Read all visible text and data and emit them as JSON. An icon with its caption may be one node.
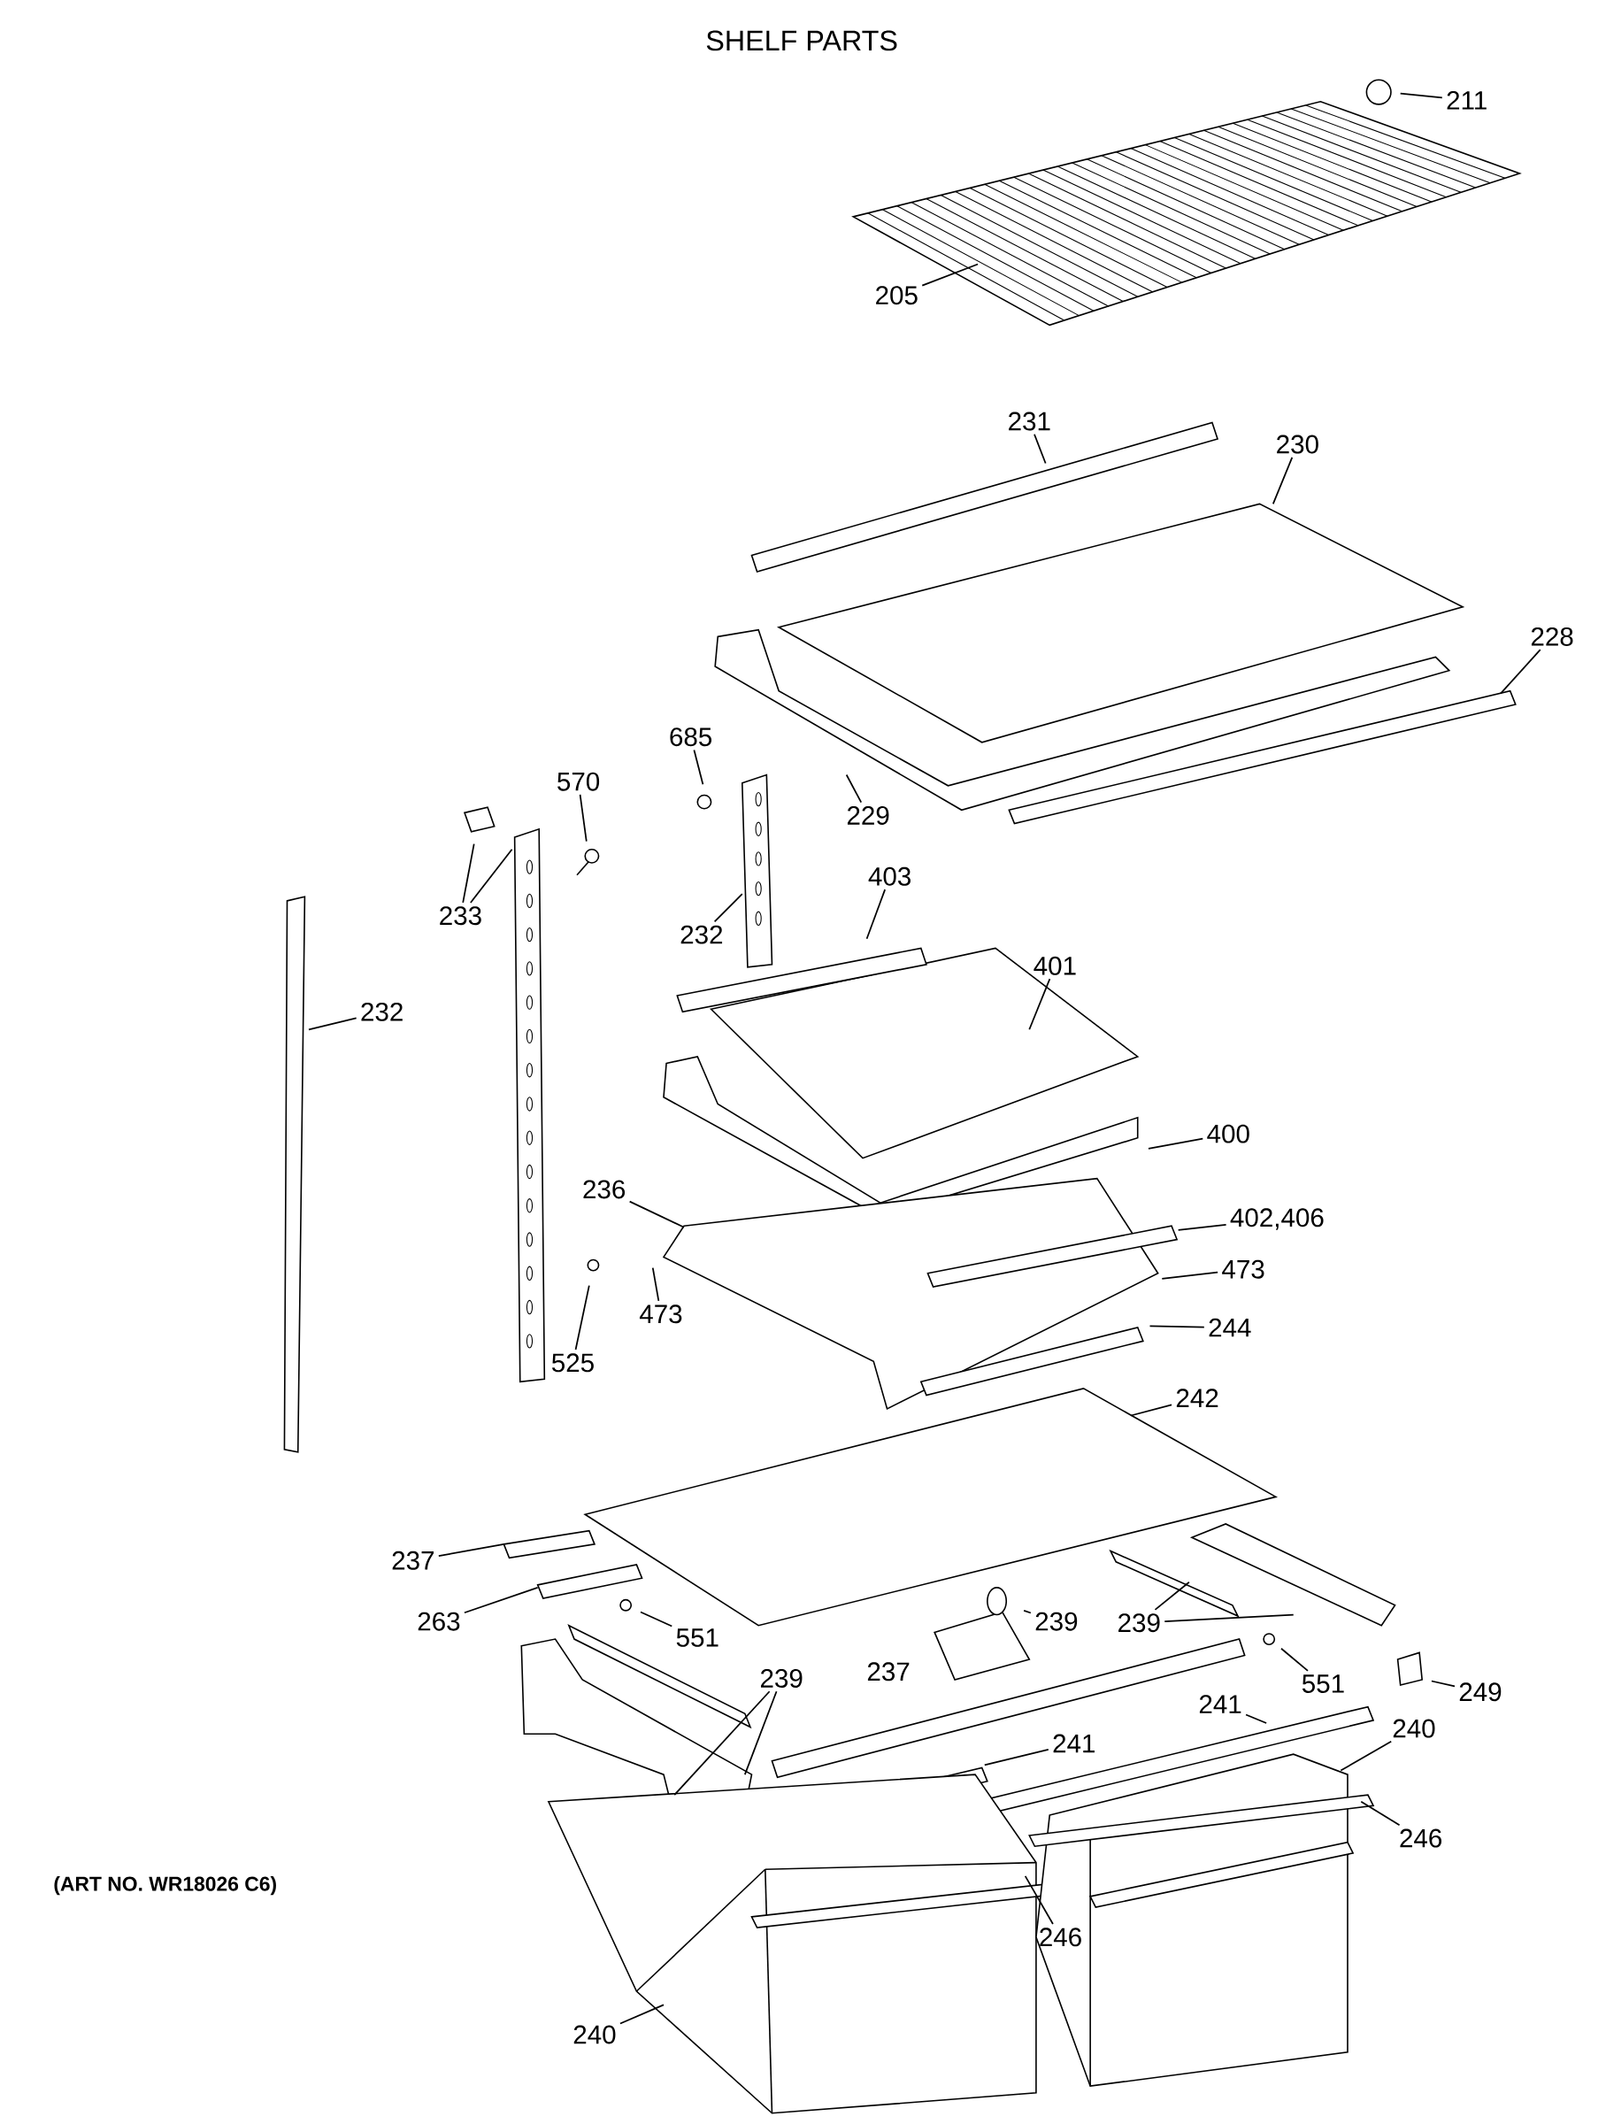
{
  "diagram": {
    "title": "SHELF PARTS",
    "nodes": [
      {
        "text": [
          "211"
        ]
      },
      {
        "text": [
          "205"
        ]
      },
      {
        "text": [
          "231"
        ]
      },
      {
        "text": [
          "230"
        ]
      },
      {
        "text": [
          "228"
        ]
      },
      {
        "text": [
          "685"
        ]
      },
      {
        "text": [
          "570"
        ]
      },
      {
        "text": [
          "229"
        ]
      },
      {
        "text": [
          "403"
        ]
      },
      {
        "text": [
          "233"
        ]
      },
      {
        "text": [
          "232"
        ]
      },
      {
        "text": [
          "401"
        ]
      },
      {
        "text": [
          "232"
        ]
      },
      {
        "text": [
          "400"
        ]
      },
      {
        "text": [
          "236"
        ]
      },
      {
        "text": [
          "402,406"
        ]
      },
      {
        "text": [
          "473"
        ]
      },
      {
        "text": [
          "473"
        ]
      },
      {
        "text": [
          "244"
        ]
      },
      {
        "text": [
          "525"
        ]
      },
      {
        "text": [
          "242"
        ]
      },
      {
        "text": [
          "237"
        ]
      },
      {
        "text": [
          "263"
        ]
      },
      {
        "text": [
          "239"
        ]
      },
      {
        "text": [
          "239"
        ]
      },
      {
        "text": [
          "551"
        ]
      },
      {
        "text": [
          "239"
        ]
      },
      {
        "text": [
          "237"
        ]
      },
      {
        "text": [
          "551"
        ]
      },
      {
        "text": [
          "249"
        ]
      },
      {
        "text": [
          "241"
        ]
      },
      {
        "text": [
          "240"
        ]
      },
      {
        "text": [
          "241"
        ]
      },
      {
        "text": [
          "246"
        ]
      },
      {
        "text": [
          "246"
        ]
      },
      {
        "text": [
          "240"
        ]
      }
    ],
    "edges": [
      {
        "from": 0,
        "to": null,
        "arrow": "none"
      },
      {
        "from": 1,
        "to": null,
        "arrow": "none"
      },
      {
        "from": 2,
        "to": null,
        "arrow": "none"
      },
      {
        "from": 3,
        "to": null,
        "arrow": "none"
      },
      {
        "from": 4,
        "to": null,
        "arrow": "none"
      },
      {
        "from": 5,
        "to": null,
        "arrow": "none"
      },
      {
        "from": 6,
        "to": null,
        "arrow": "none"
      },
      {
        "from": 7,
        "to": null,
        "arrow": "none"
      },
      {
        "from": 8,
        "to": null,
        "arrow": "none"
      },
      {
        "from": 9,
        "to": null,
        "arrow": "none"
      },
      {
        "from": 9,
        "to": null,
        "arrow": "none"
      },
      {
        "from": 10,
        "to": null,
        "arrow": "none"
      },
      {
        "from": 11,
        "to": null,
        "arrow": "none"
      },
      {
        "from": 12,
        "to": null,
        "arrow": "none"
      },
      {
        "from": 13,
        "to": null,
        "arrow": "none"
      },
      {
        "from": 14,
        "to": null,
        "arrow": "none"
      },
      {
        "from": 15,
        "to": null,
        "arrow": "none"
      },
      {
        "from": 16,
        "to": null,
        "arrow": "none"
      },
      {
        "from": 17,
        "to": null,
        "arrow": "none"
      },
      {
        "from": 18,
        "to": null,
        "arrow": "none"
      },
      {
        "from": 19,
        "to": null,
        "arrow": "none"
      },
      {
        "from": 20,
        "to": null,
        "arrow": "none"
      },
      {
        "from": 21,
        "to": null,
        "arrow": "none"
      },
      {
        "from": 22,
        "to": null,
        "arrow": "none"
      },
      {
        "from": 23,
        "to": null,
        "arrow": "none"
      },
      {
        "from": 24,
        "to": null,
        "arrow": "none"
      },
      {
        "from": 24,
        "to": null,
        "arrow": "none"
      },
      {
        "from": 25,
        "to": null,
        "arrow": "none"
      },
      {
        "from": 26,
        "to": null,
        "arrow": "none"
      },
      {
        "from": 26,
        "to": null,
        "arrow": "none"
      },
      {
        "from": 28,
        "to": null,
        "arrow": "none"
      },
      {
        "from": 29,
        "to": null,
        "arrow": "none"
      },
      {
        "from": 30,
        "to": null,
        "arrow": "none"
      },
      {
        "from": 31,
        "to": null,
        "arrow": "none"
      },
      {
        "from": 32,
        "to": null,
        "arrow": "none"
      },
      {
        "from": 33,
        "to": null,
        "arrow": "none"
      },
      {
        "from": 34,
        "to": null,
        "arrow": "none"
      },
      {
        "from": 35,
        "to": null,
        "arrow": "none"
      }
    ],
    "labels": [
      "(ART NO. WR18026 C6)"
    ]
  }
}
